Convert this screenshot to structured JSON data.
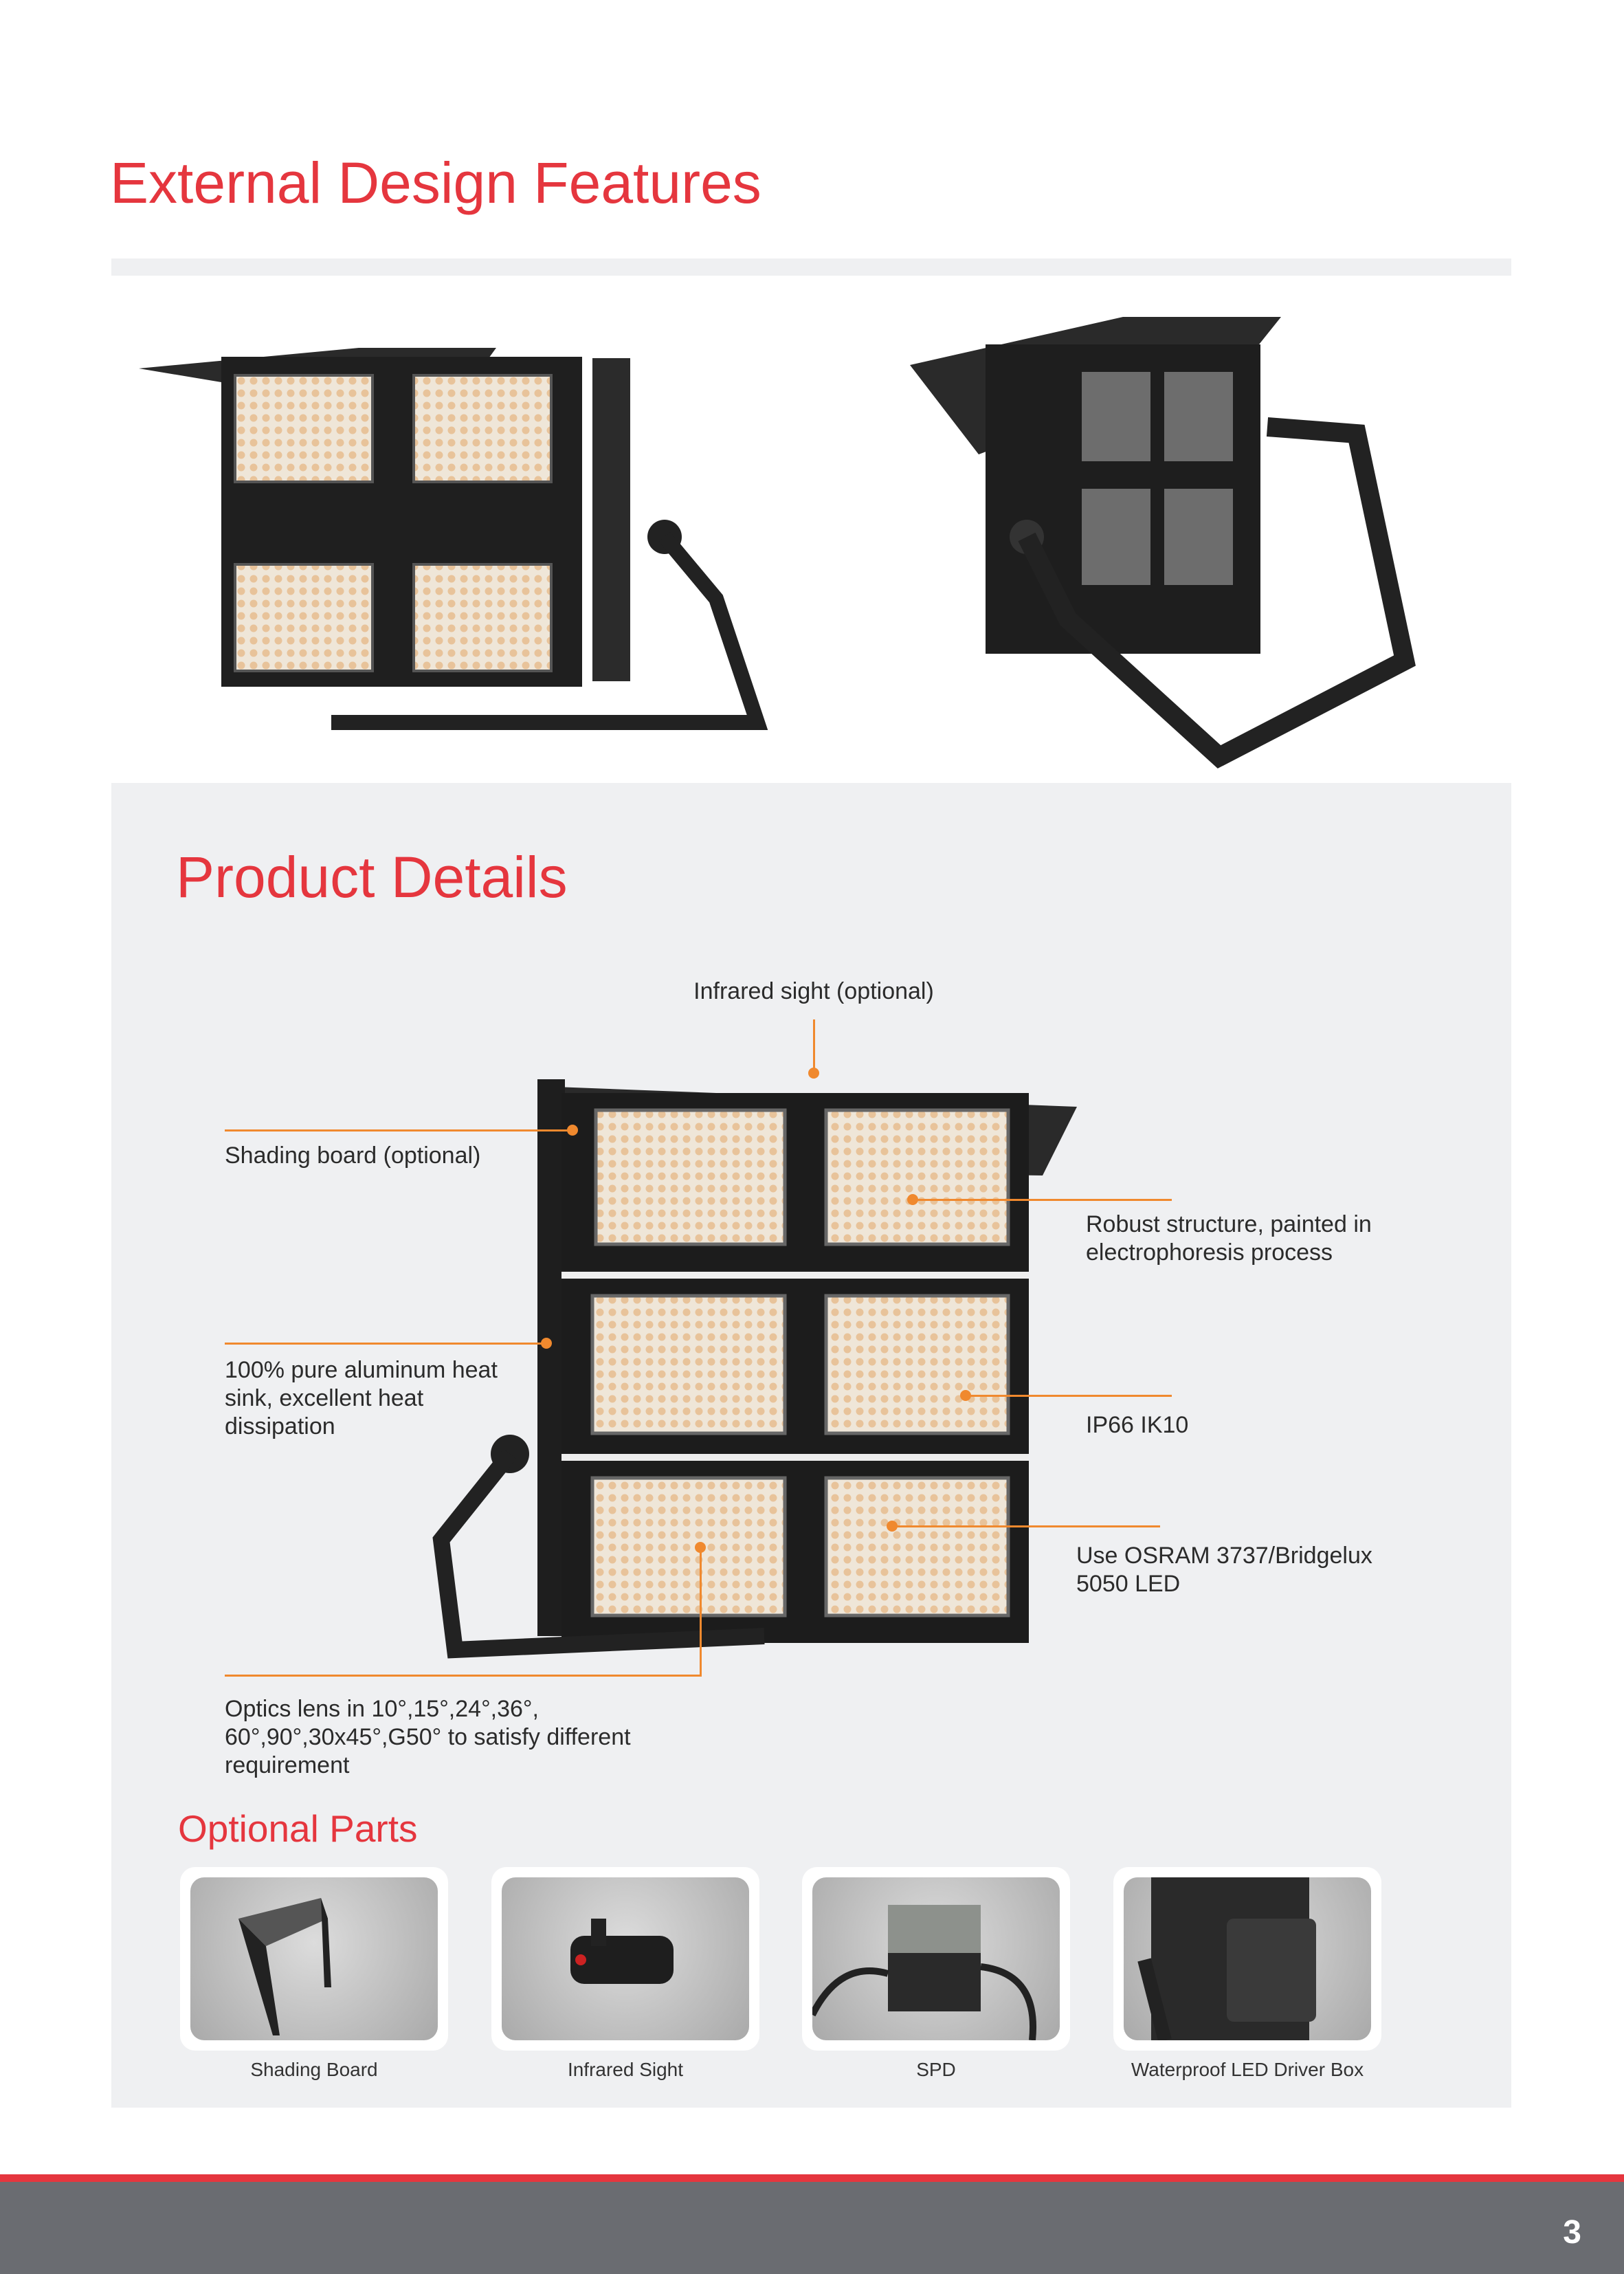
{
  "page_title": "External Design Features",
  "details_title": "Product Details",
  "callouts": {
    "infrared": "Infrared sight (optional)",
    "shading": "Shading board (optional)",
    "robust": "Robust structure, painted in electrophoresis process",
    "aluminum": "100% pure aluminum heat sink, excellent heat dissipation",
    "ip": "IP66 IK10",
    "led": "Use OSRAM 3737/Bridgelux 5050 LED",
    "optics": "Optics lens in 10°,15°,24°,36°, 60°,90°,30x45°,G50° to satisfy different requirement"
  },
  "optional_title": "Optional Parts",
  "parts": [
    {
      "label": "Shading Board"
    },
    {
      "label": "Infrared Sight"
    },
    {
      "label": "SPD"
    },
    {
      "label": "Waterproof LED Driver Box"
    }
  ],
  "page_number": "3",
  "colors": {
    "accent": "#e5363e",
    "callout": "#f0892e",
    "footer": "#6a6c71"
  }
}
